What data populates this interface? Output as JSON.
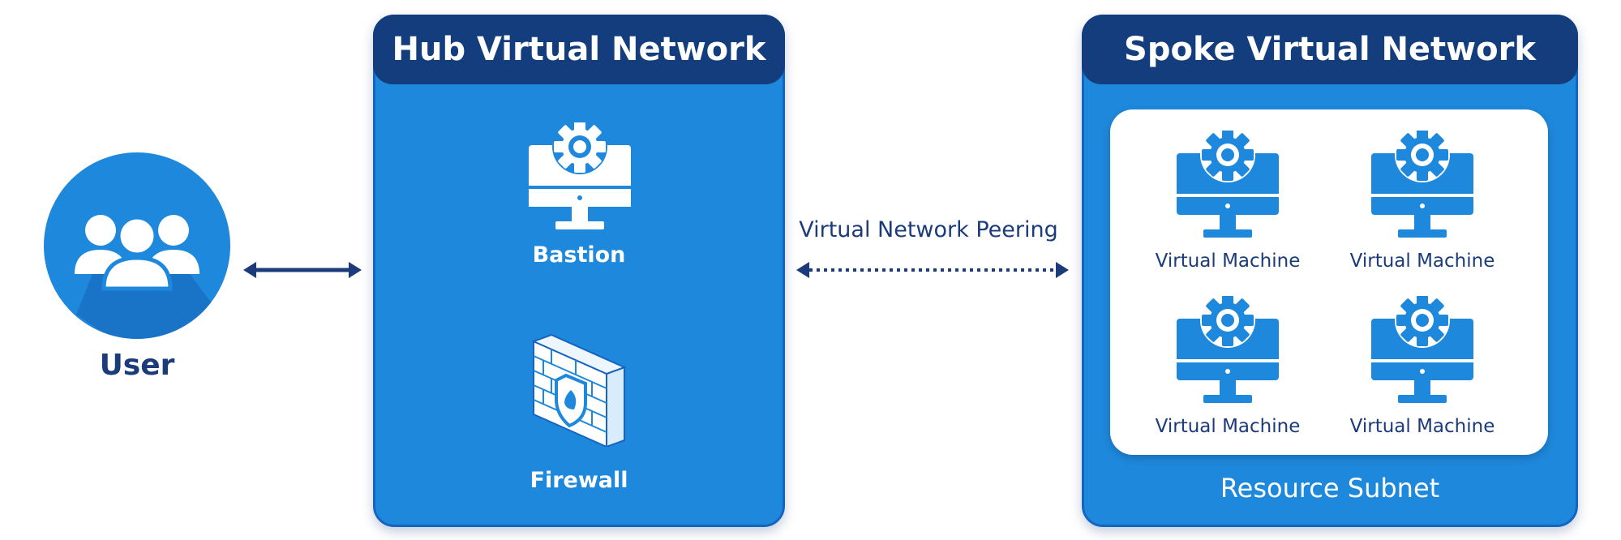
{
  "user": {
    "label": "User",
    "icon": "users-icon"
  },
  "peering": {
    "label": "Virtual Network Peering"
  },
  "hub": {
    "title": "Hub Virtual Network",
    "bastion": {
      "label": "Bastion",
      "icon": "monitor-gear-icon"
    },
    "firewall": {
      "label": "Firewall",
      "icon": "firewall-icon"
    }
  },
  "spoke": {
    "title": "Spoke Virtual Network",
    "subnet_label": "Resource Subnet",
    "vms": [
      {
        "label": "Virtual Machine"
      },
      {
        "label": "Virtual Machine"
      },
      {
        "label": "Virtual Machine"
      },
      {
        "label": "Virtual Machine"
      }
    ]
  },
  "colors": {
    "primary_blue": "#1e88dc",
    "header_navy": "#143d7e",
    "text_navy": "#1b3b7a",
    "white": "#ffffff"
  }
}
